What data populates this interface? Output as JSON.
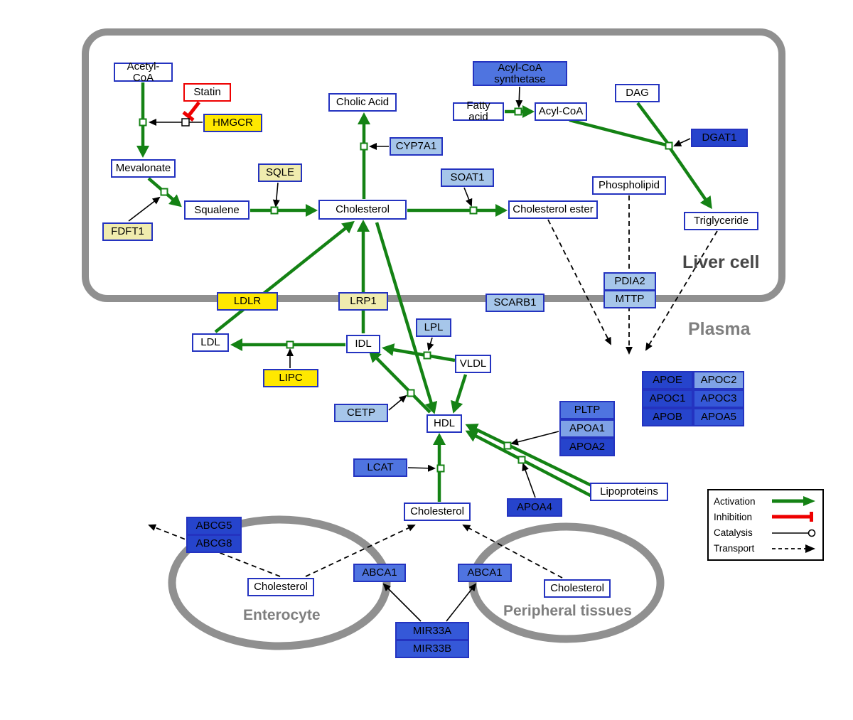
{
  "regions": {
    "liver_cell": "Liver cell",
    "plasma": "Plasma",
    "enterocyte": "Enterocyte",
    "peripheral_tissues": "Peripheral tissues"
  },
  "nodes": {
    "acetyl_coa": "Acetyl-CoA",
    "statin": "Statin",
    "hmgcr": "HMGCR",
    "mevalonate": "Mevalonate",
    "fdft1": "FDFT1",
    "squalene": "Squalene",
    "sqle": "SQLE",
    "cholesterol_liver": "Cholesterol",
    "cholic_acid": "Cholic Acid",
    "cyp7a1": "CYP7A1",
    "soat1": "SOAT1",
    "cholesterol_ester": "Cholesterol ester",
    "acyl_coa_synthetase": "Acyl-CoA synthetase",
    "fatty_acid": "Fatty acid",
    "acyl_coa": "Acyl-CoA",
    "dag": "DAG",
    "dgat1": "DGAT1",
    "phospholipid": "Phospholipid",
    "triglyceride": "Triglyceride",
    "pdia2": "PDIA2",
    "mttp": "MTTP",
    "ldlr": "LDLR",
    "lrp1": "LRP1",
    "scarb1": "SCARB1",
    "ldl": "LDL",
    "idl": "IDL",
    "lpl": "LPL",
    "vldl": "VLDL",
    "lipc": "LIPC",
    "cetp": "CETP",
    "hdl": "HDL",
    "pltp": "PLTP",
    "apoa1": "APOA1",
    "apoa2": "APOA2",
    "apoe": "APOE",
    "apoc2": "APOC2",
    "apoc1": "APOC1",
    "apoc3": "APOC3",
    "apob": "APOB",
    "apoa5": "APOA5",
    "lcat": "LCAT",
    "apoa4": "APOA4",
    "lipoproteins": "Lipoproteins",
    "cholesterol_plasma": "Cholesterol",
    "abcg5": "ABCG5",
    "abcg8": "ABCG8",
    "cholesterol_enterocyte": "Cholesterol",
    "abca1_enterocyte": "ABCA1",
    "abca1_peripheral": "ABCA1",
    "cholesterol_peripheral": "Cholesterol",
    "mir33a": "MIR33A",
    "mir33b": "MIR33B"
  },
  "legend": {
    "activation": "Activation",
    "inhibition": "Inhibition",
    "catalysis": "Catalysis",
    "transport": "Transport"
  },
  "colors": {
    "activation_green": "#148214",
    "inhibition_red": "#ee0000",
    "membrane_gray": "#909090",
    "metabolite_border_blue": "#2433c0",
    "gene_yellow": "#ffe800",
    "gene_pale_yellow": "#f0ecae",
    "gene_light_blue": "#a6c6ea",
    "gene_mid_blue": "#4f74e0",
    "gene_dark_blue": "#2644cc"
  }
}
